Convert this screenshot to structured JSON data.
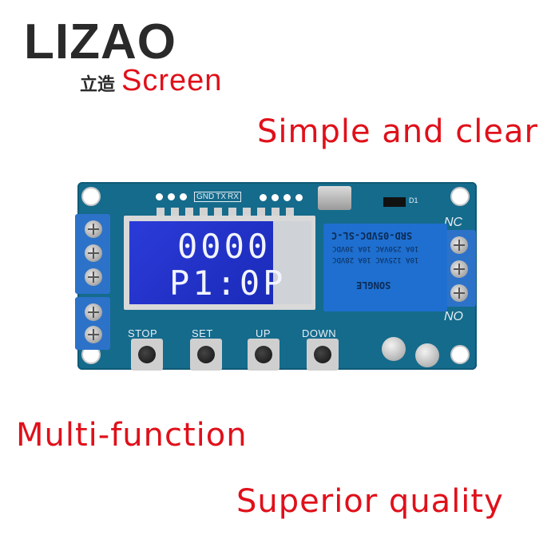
{
  "brand": {
    "name": "LIZAO",
    "cn": "立造",
    "tagline": "Screen"
  },
  "slogans": [
    "Simple and clear",
    "Multi-function",
    "Superior quality"
  ],
  "board": {
    "header_labels": [
      "GND",
      "TX",
      "RX"
    ],
    "lcd": {
      "line1": "0000",
      "line2": "P1:0P"
    },
    "relay": {
      "model": "SRD-05VDC-SL-C",
      "ratings": [
        "10A 250VAC  10A 30VDC",
        "10A 125VAC  10A 28VDC"
      ],
      "brand": "SONGLE"
    },
    "relay_labels": {
      "nc": "NC",
      "no": "NO"
    },
    "diode_label": "D1",
    "buttons": [
      "STOP",
      "SET",
      "UP",
      "DOWN"
    ]
  }
}
